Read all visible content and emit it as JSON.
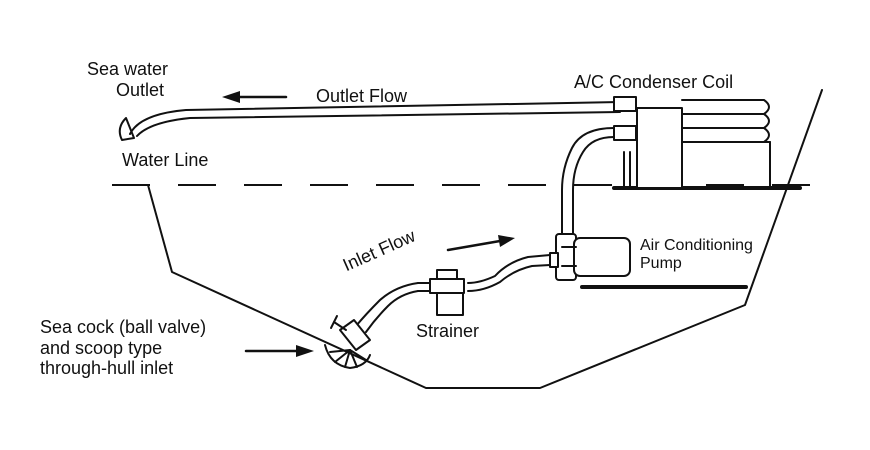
{
  "labels": {
    "sea_water_outlet_line1": "Sea water",
    "sea_water_outlet_line2": "Outlet",
    "outlet_flow": "Outlet Flow",
    "condenser_coil": "A/C Condenser Coil",
    "water_line": "Water Line",
    "inlet_flow": "Inlet Flow",
    "pump_line1": "Air Conditioning",
    "pump_line2": "Pump",
    "strainer": "Strainer",
    "sea_cock_line1": "Sea cock (ball valve)",
    "sea_cock_line2": "and scoop type",
    "sea_cock_line3": "through-hull inlet"
  },
  "colors": {
    "stroke": "#111111",
    "background": "#ffffff"
  }
}
